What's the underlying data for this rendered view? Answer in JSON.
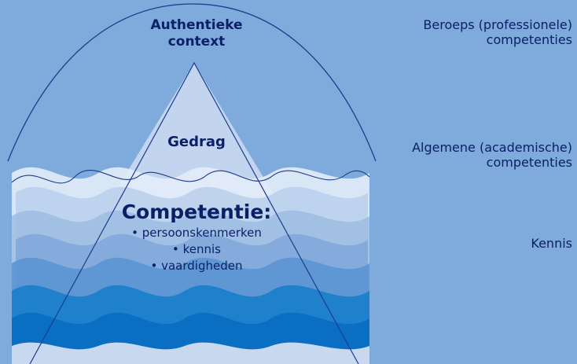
{
  "diagram": {
    "top_label": "Authentieke context",
    "middle_label": "Gedrag",
    "core_label": "Competentie:",
    "core_items": [
      "• persoonskenmerken",
      "• kennis",
      "• vaardigheden"
    ]
  },
  "legend": {
    "professional": "Beroeps (professionele) competenties",
    "general": "Algemene (academische) competenties",
    "knowledge": "Kennis"
  },
  "colors": {
    "background": "#7faadc",
    "text": "#0a1f66",
    "triangle": "#c3d4ef",
    "line": "#1a3d8f",
    "wave_dark": "#0a6ec2",
    "wave_mid": "#5b95d3",
    "wave_light": "#dbe6f5"
  }
}
